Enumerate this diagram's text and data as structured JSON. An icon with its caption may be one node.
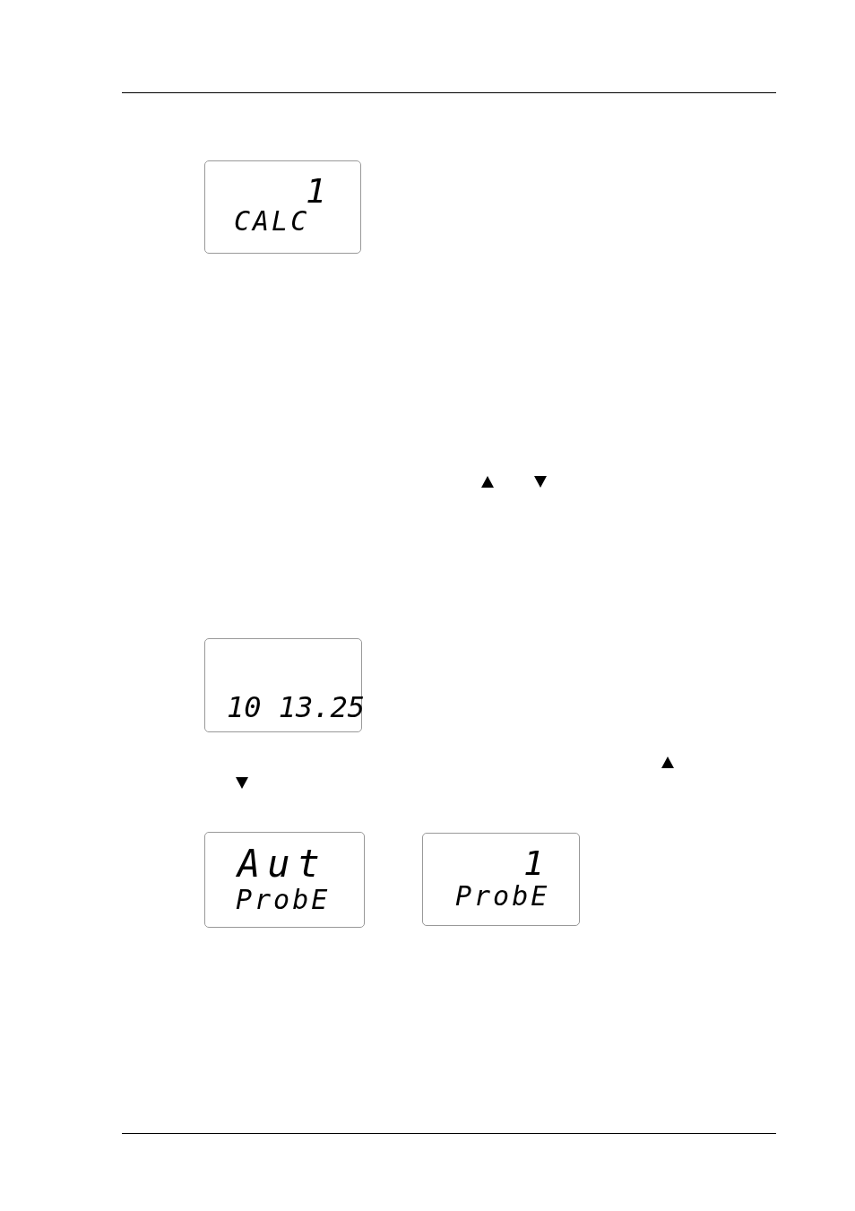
{
  "diagram": {
    "nodes": [
      {
        "text": [
          "1",
          "CALC"
        ]
      },
      {
        "text": [
          "10 13.25"
        ]
      },
      {
        "text": [
          "Aut",
          "ProbE"
        ]
      },
      {
        "text": [
          "1",
          "ProbE"
        ]
      }
    ],
    "edges": []
  }
}
